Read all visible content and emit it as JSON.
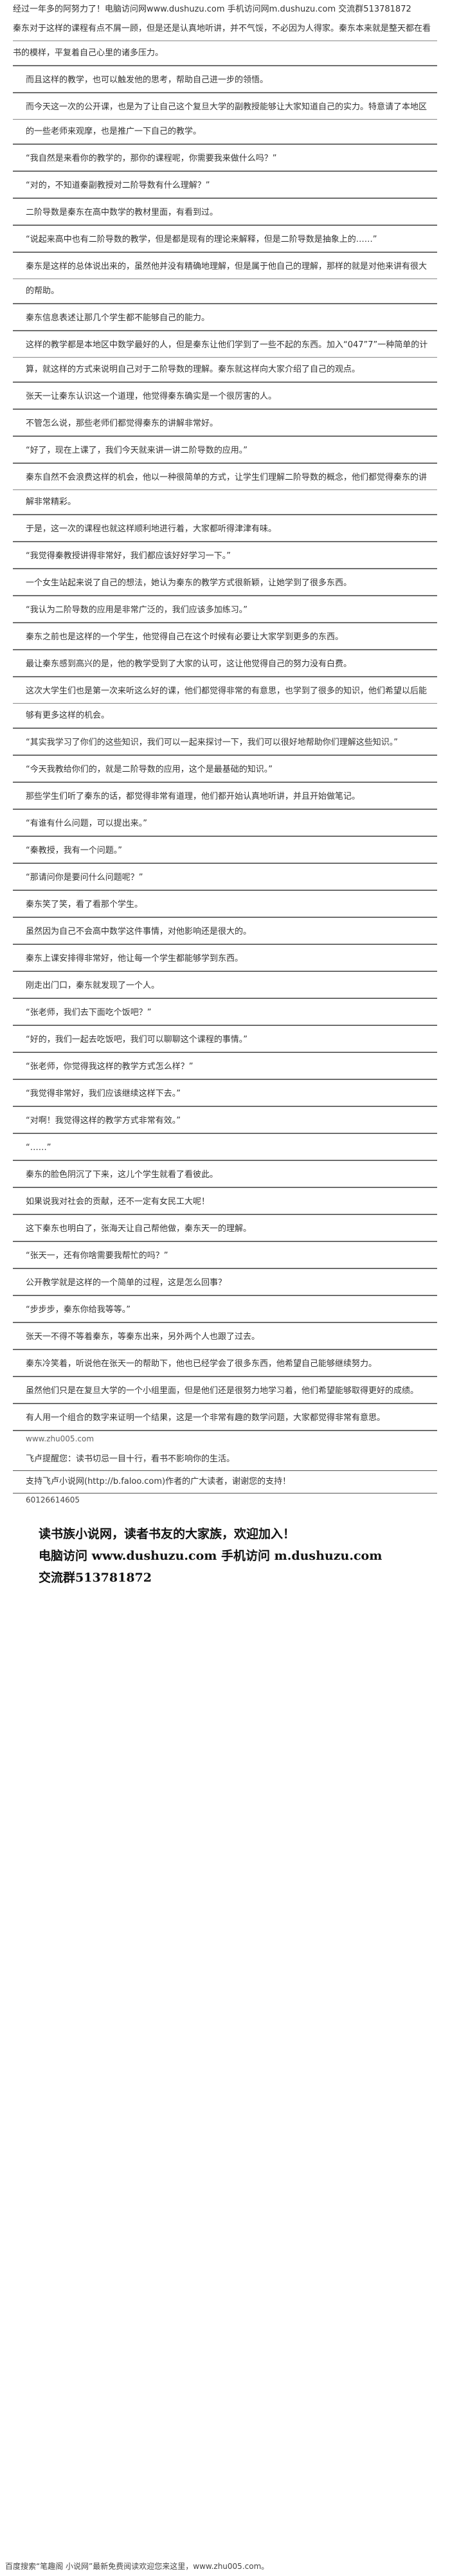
{
  "header": {
    "topline": "经过一年多的阿努力了！电脑访问网www.dushuzu.com 手机访问网m.dushuzu.com 交流群513781872"
  },
  "paragraphs": [
    "秦东对于这样的课程有点不屑一顾，但是还是认真地听讲，并不气馁，不必因为人得家。秦东本来就是整天都在看书的模样，平复着自己心里的诸多压力。",
    "而且这样的教学，也可以触发他的思考，帮助自己进一步的领悟。",
    "而今天这一次的公开课，也是为了让自己这个复旦大学的副教授能够让大家知道自己的实力。特意请了本地区的一些老师来观摩，也是推广一下自己的教学。",
    "“我自然是来看你的教学的，那你的课程呢，你需要我来做什么吗？”",
    "“对的，不知道秦副教授对二阶导数有什么理解？”",
    "二阶导数是秦东在高中数学的教材里面，有看到过。",
    "“说起来高中也有二阶导数的教学，但是都是现有的理论来解释，但是二阶导数是抽象上的……”",
    "秦东是这样的总体说出来的，虽然他并没有精确地理解，但是属于他自己的理解，那样的就是对他来讲有很大的帮助。",
    "秦东信息表述让那几个学生都不能够自己的能力。",
    "这样的教学都是本地区中数学最好的人，但是秦东让他们学到了一些不起的东西。加入“047”7”一种简单的计算，就这样的方式来说明自己对于二阶导数的理解。秦东就这样向大家介绍了自己的观点。",
    "张天一让秦东认识这一个道理，他觉得秦东确实是一个很厉害的人。",
    "不管怎么说，那些老师们都觉得秦东的讲解非常好。",
    "“好了，现在上课了，我们今天就来讲一讲二阶导数的应用。”",
    "秦东自然不会浪费这样的机会，他以一种很简单的方式，让学生们理解二阶导数的概念，他们都觉得秦东的讲解非常精彩。",
    "于是，这一次的课程也就这样顺利地进行着，大家都听得津津有味。",
    "“我觉得秦教授讲得非常好，我们都应该好好学习一下。”",
    "一个女生站起来说了自己的想法，她认为秦东的教学方式很新颖，让她学到了很多东西。",
    "“我认为二阶导数的应用是非常广泛的，我们应该多加练习。”",
    "秦东之前也是这样的一个学生，他觉得自己在这个时候有必要让大家学到更多的东西。",
    "最让秦东感到高兴的是，他的教学受到了大家的认可，这让他觉得自己的努力没有白费。",
    "这次大学生们也是第一次来听这么好的课，他们都觉得非常的有意思，也学到了很多的知识，他们希望以后能够有更多这样的机会。",
    "“其实我学习了你们的这些知识，我们可以一起来探讨一下，我们可以很好地帮助你们理解这些知识。”",
    "“今天我教给你们的，就是二阶导数的应用，这个是最基础的知识。”",
    "那些学生们听了秦东的话，都觉得非常有道理，他们都开始认真地听讲，并且开始做笔记。",
    "“有谁有什么问题，可以提出来。”",
    "“秦教授，我有一个问题。”",
    "“那请问你是要问什么问题呢？”",
    "秦东笑了笑，看了看那个学生。",
    "虽然因为自己不会高中数学这件事情，对他影响还是很大的。",
    "秦东上课安排得非常好，他让每一个学生都能够学到东西。",
    "刚走出门口，秦东就发现了一个人。",
    "“张老师，我们去下面吃个饭吧？”",
    "“好的，我们一起去吃饭吧，我们可以聊聊这个课程的事情。”",
    "“张老师，你觉得我这样的教学方式怎么样？”",
    "“我觉得非常好，我们应该继续这样下去。”",
    "“对啊！我觉得这样的教学方式非常有效。”",
    "“……”",
    "秦东的脸色阴沉了下来，这儿个学生就看了看彼此。",
    "如果说我对社会的贡献，还不一定有女民工大呢！",
    "这下秦东也明白了，张海天让自己帮他做，秦东天一的理解。",
    "“张天一，还有你啥需要我帮忙的吗？”",
    "公开教学就是这样的一个简单的过程，这是怎么回事？",
    "“步步步，秦东你给我等等。”",
    "张天一不得不等着秦东，等秦东出来，另外两个人也跟了过去。",
    "秦东冷笑着，听说他在张天一的帮助下，他也已经学会了很多东西，他希望自己能够继续努力。",
    "虽然他们只是在复旦大学的一个小组里面，但是他们还是很努力地学习着，他们希望能够取得更好的成绩。",
    "有人用一个组合的数字来证明一个结果，这是一个非常有趣的数学问题，大家都觉得非常有意思。"
  ],
  "watermark": "www.zhu005.com",
  "closing": {
    "line1": "飞卢提醒您：读书切忌一目十行，看书不影响你的生活。",
    "line2": "支持飞卢小说网(http://b.faloo.com)作者的广大读者，谢谢您的支持！",
    "number": "60126614605"
  },
  "promo": {
    "line1": "读书族小说网，读者书友的大家族，欢迎加入！",
    "line2": "电脑访问 www.dushuzu.com 手机访问 m.dushuzu.com",
    "line3": "交流群513781872"
  },
  "footer": {
    "text": "百度搜索“笔趣阁 小说网”最新免费阅读欢迎您来这里，www.zhu005.com。"
  }
}
